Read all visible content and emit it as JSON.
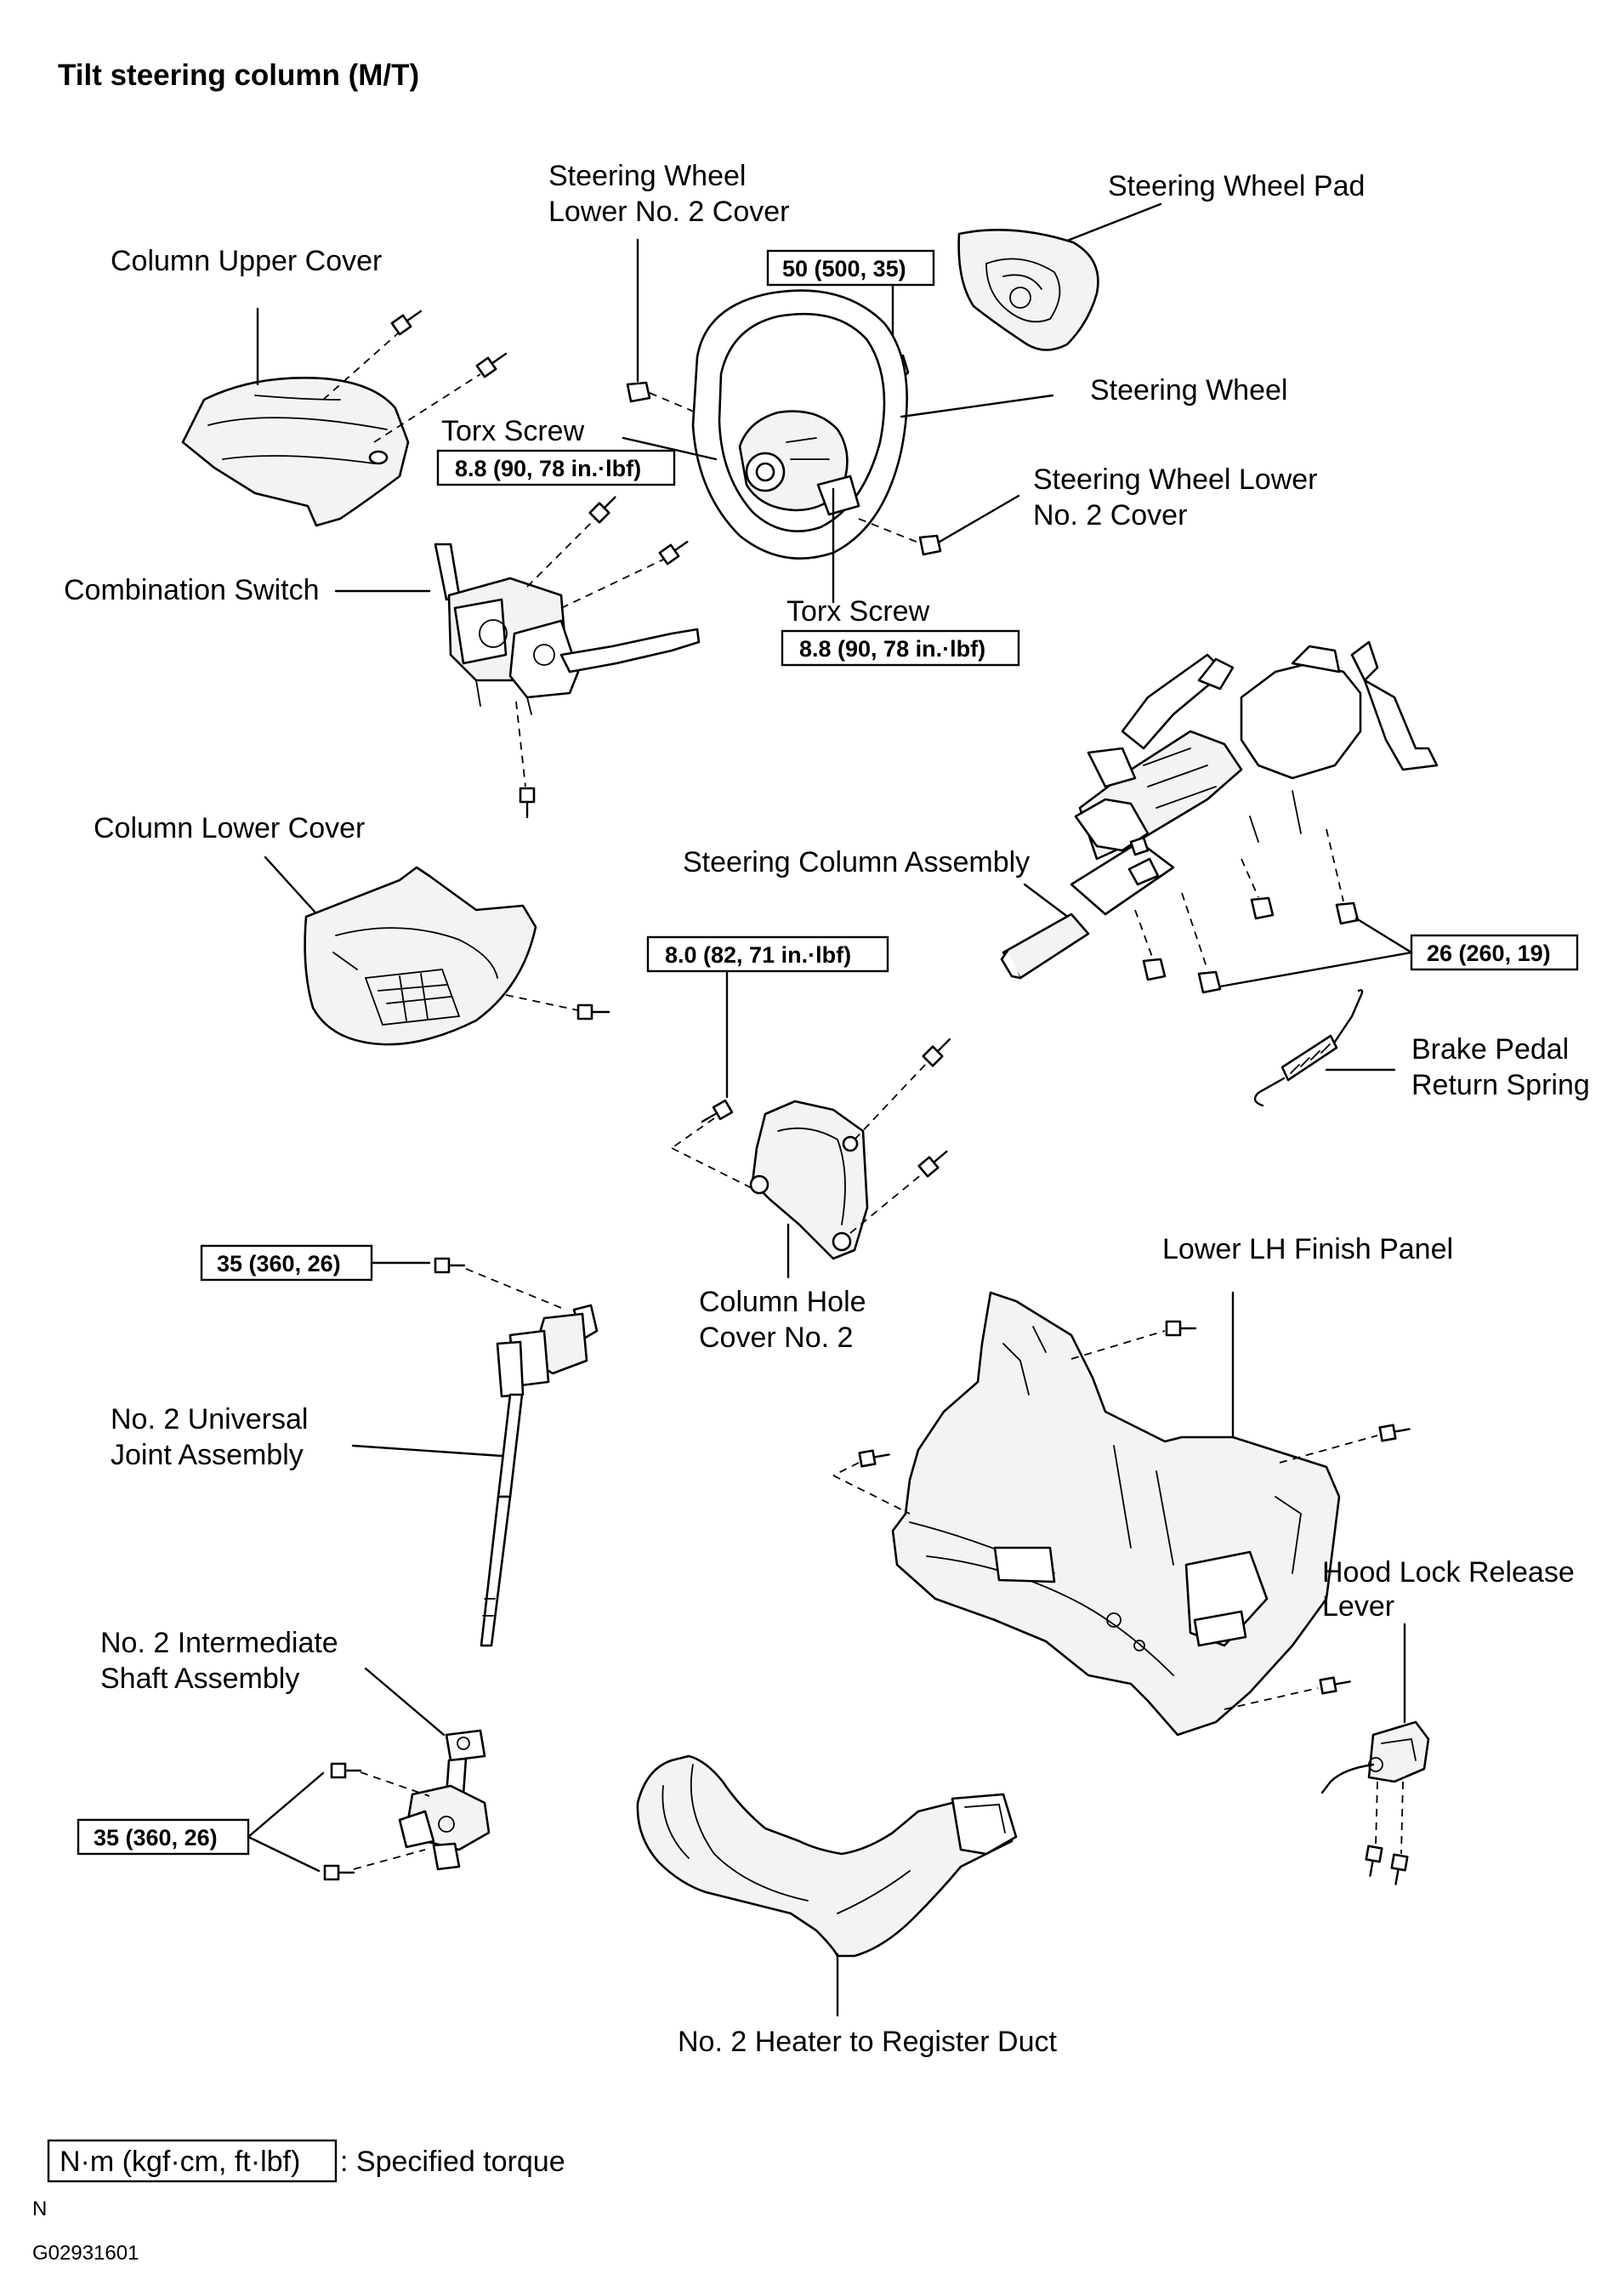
{
  "title": "Tilt steering column (M/T)",
  "labels": {
    "steering_wheel_lower_no2_cover_top": [
      "Steering Wheel",
      "Lower No. 2 Cover"
    ],
    "steering_wheel_pad": "Steering Wheel Pad",
    "column_upper_cover": "Column Upper Cover",
    "steering_wheel": "Steering Wheel",
    "torx_screw_upper": "Torx Screw",
    "steering_wheel_lower_no2_cover_right": [
      "Steering Wheel Lower",
      "No. 2 Cover"
    ],
    "combination_switch": "Combination Switch",
    "torx_screw_lower": "Torx Screw",
    "column_lower_cover": "Column Lower Cover",
    "steering_column_assembly": "Steering Column Assembly",
    "brake_pedal_return_spring": [
      "Brake Pedal",
      "Return Spring"
    ],
    "column_hole_cover_no2": [
      "Column Hole",
      "Cover No. 2"
    ],
    "lower_lh_finish_panel": "Lower LH Finish Panel",
    "no2_universal_joint_assembly": [
      "No. 2 Universal",
      "Joint Assembly"
    ],
    "hood_lock_release_lever": [
      "Hood Lock Release",
      "Lever"
    ],
    "no2_intermediate_shaft_assembly": [
      "No. 2 Intermediate",
      "Shaft Assembly"
    ],
    "no2_heater_to_register_duct": "No. 2 Heater to Register Duct"
  },
  "torque_specs": {
    "steering_wheel_nut": "50 (500, 35)",
    "torx_screw_upper": "8.8 (90, 78 in.·lbf)",
    "torx_screw_lower": "8.8 (90, 78 in.·lbf)",
    "column_assembly_nuts": "26 (260, 19)",
    "column_hole_cover_bolt": "8.0 (82, 71 in.·lbf)",
    "universal_joint_bolt": "35 (360, 26)",
    "intermediate_shaft_bolts": "35 (360, 26)"
  },
  "legend": {
    "unit_box": "N·m (kgf·cm, ft·lbf)",
    "description": ": Specified torque"
  },
  "footer": {
    "note": "N",
    "figure_id": "G02931601"
  }
}
